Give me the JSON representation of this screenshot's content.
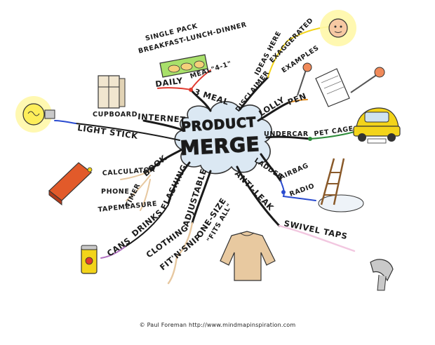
{
  "center": {
    "line1": "PRODUCT",
    "line2": "MERGE"
  },
  "labels": {
    "single_pack": "SINGLE PACK",
    "breakfast": "BREAKFAST-LUNCH-DINNER",
    "meal41": "MEAL\"4-1\"",
    "daily": "DAILY",
    "three_meal": "3 MEAL",
    "disclaimer": "DISCLAIMER",
    "ideas_here": "IDEAS HERE",
    "exaggerated": "EXAGGERATED",
    "examples": "EXAMPLES",
    "lolly": "LOLLY",
    "pen": "PEN",
    "undercar": "UNDERCAR",
    "pet_cage": "PET CAGE",
    "ladder": "LADDER",
    "airbag": "AIRBAG",
    "radio": "RADIO",
    "anti_leak": "ANTI-LEAK",
    "swivel_taps": "SWIVEL TAPS",
    "cupboard": "CUPBOARD",
    "internet": "INTERNET",
    "light_stick": "LIGHT STICK",
    "book": "BOOK",
    "calculator": "CALCULATOR",
    "phone": "PHONE",
    "tapemeasure": "TAPEMEASURE",
    "timer": "TIMER",
    "flashing": "FLASHING",
    "drinks": "DRINKS",
    "cans": "CANS",
    "adjustable": "ADJUSTABLE",
    "one_size": "ONE-SIZE",
    "fits_all": "\"FITS ALL\"",
    "clothing": "CLOTHING",
    "fitnsnip": "FIT'N'SNIP"
  },
  "credit": "© Paul Foreman http://www.mindmapinspiration.com",
  "colors": {
    "cloud": "#dbe8f3",
    "cloud_outline": "#333333",
    "branch": "#1a1a1a",
    "red": "#e03a2f",
    "green": "#2e8b3a",
    "blue": "#2a4bd0",
    "yellow": "#f3d41a",
    "tan": "#e7c8a0",
    "pink": "#f0a8c8",
    "purple": "#b070c0",
    "light_pink": "#f2c7e0"
  }
}
